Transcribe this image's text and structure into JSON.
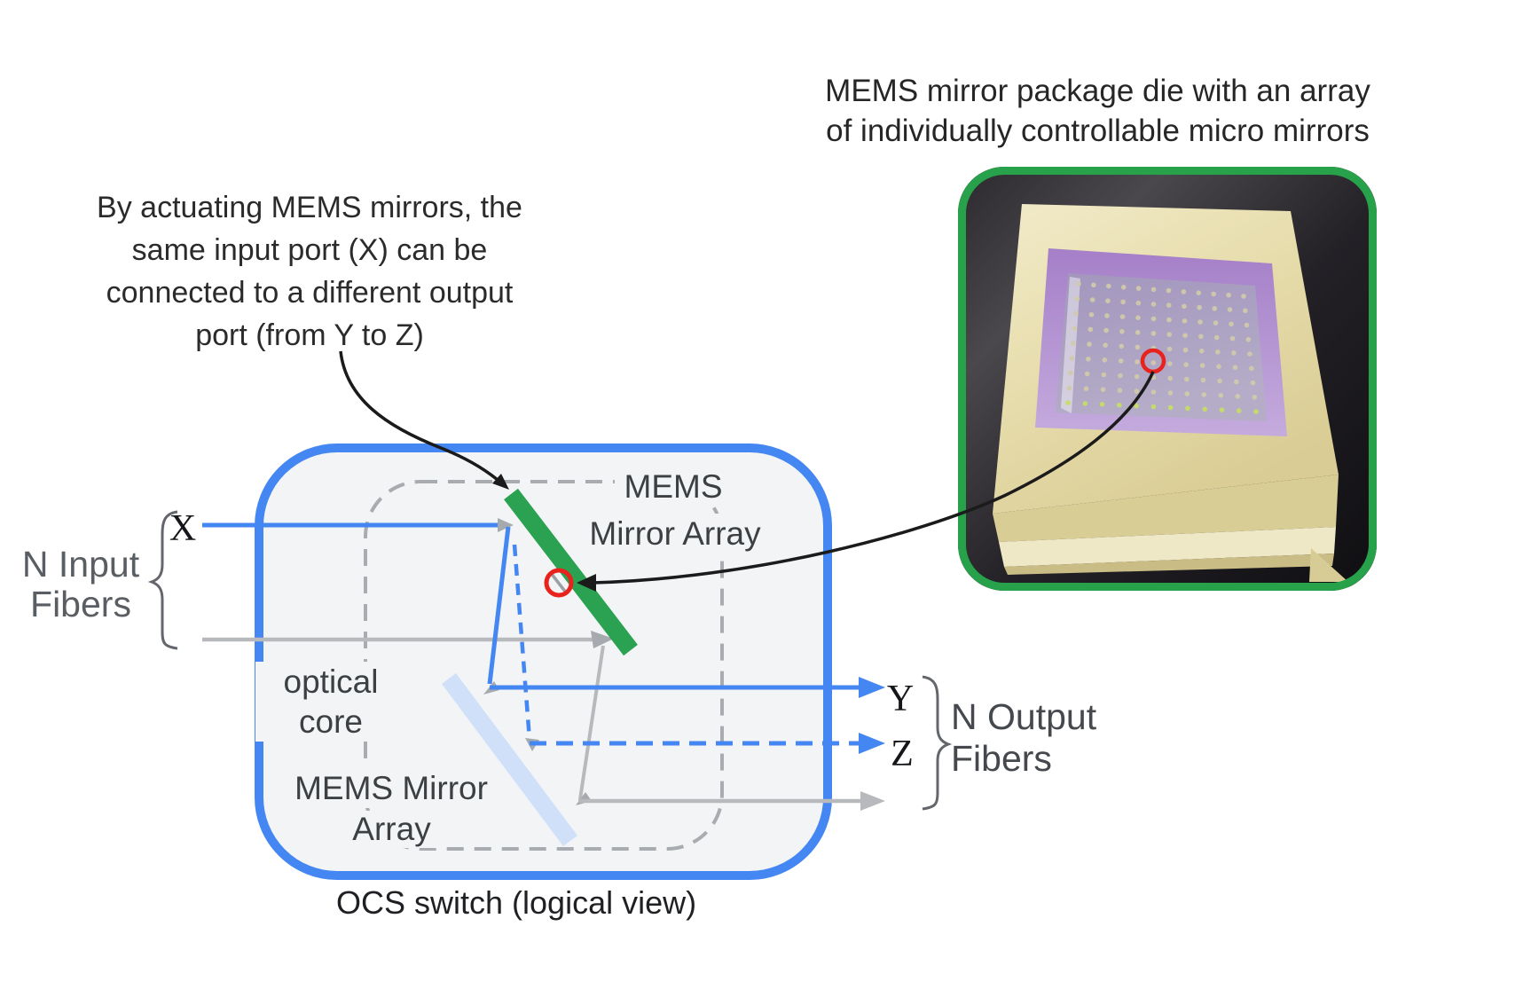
{
  "annotation": {
    "lines": [
      "By actuating MEMS mirrors, the",
      "same input port (X) can be",
      "connected to a different output",
      "port (from Y to Z)"
    ]
  },
  "photo": {
    "caption_lines": [
      "MEMS mirror package die with an array",
      "of individually controllable micro mirrors"
    ]
  },
  "switch": {
    "caption": "OCS switch (logical view)",
    "core_label_lines": [
      "optical",
      "core"
    ],
    "top_mirror_label_lines": [
      "MEMS",
      "Mirror Array"
    ],
    "bottom_mirror_label_lines": [
      "MEMS Mirror",
      "Array"
    ],
    "input_group": {
      "label_lines": [
        "N Input",
        "Fibers"
      ],
      "port": "X"
    },
    "output_group": {
      "label_lines": [
        "N Output",
        "Fibers"
      ],
      "ports": [
        "Y",
        "Z"
      ]
    }
  },
  "colors": {
    "beam_blue": "#4285f4",
    "mirror_green": "#2aa251",
    "mirror_pale_blue": "#cfe0f8",
    "marker_red": "#e8231d",
    "line_gray": "#b7b9bc",
    "dashed_gray": "#a8abaf",
    "photo_border_green": "#27a14a",
    "switch_fill": "#f3f4f6"
  }
}
